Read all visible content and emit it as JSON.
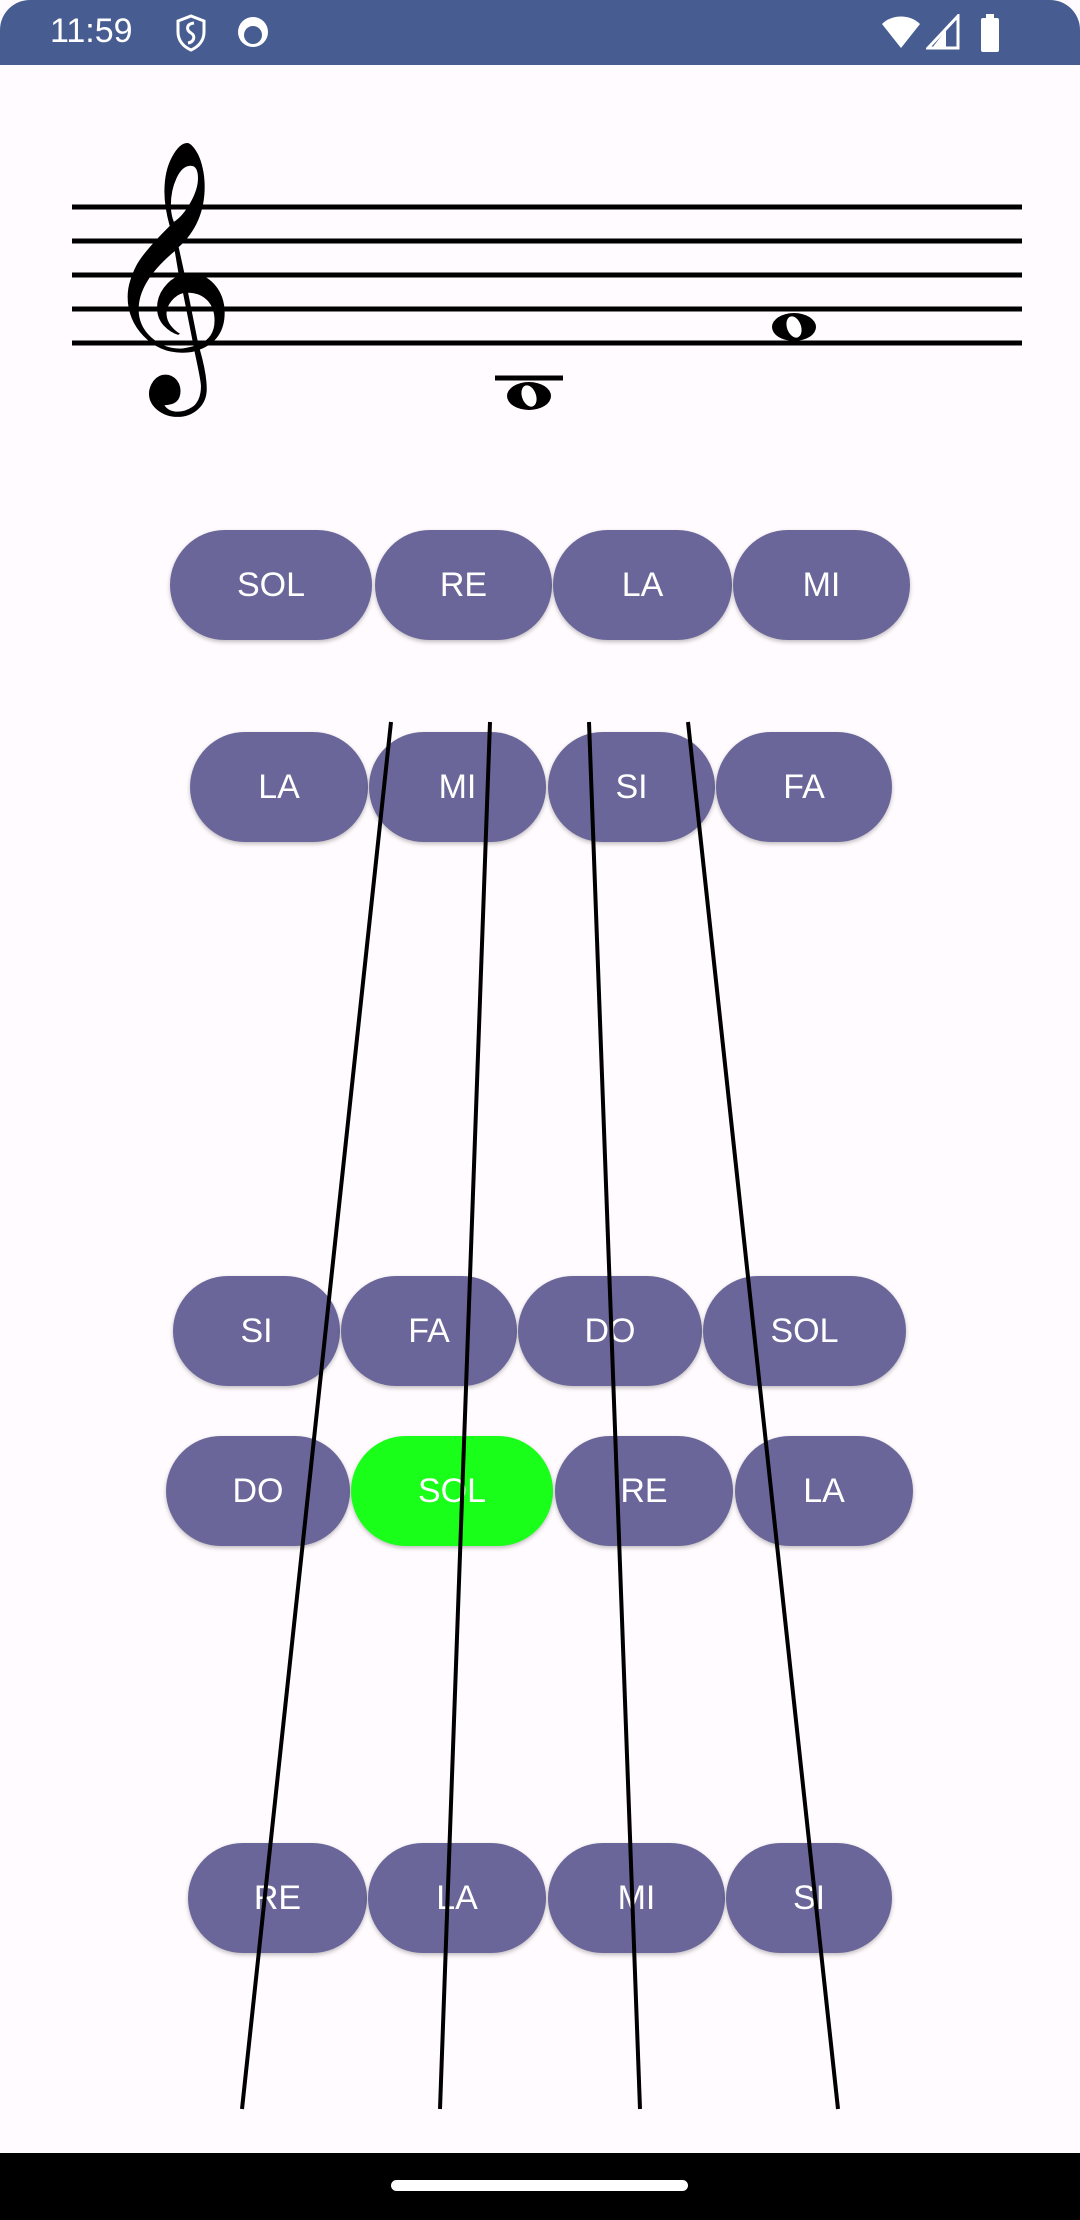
{
  "status_bar": {
    "time": "11:59",
    "icons": [
      "shield-icon",
      "cat-icon",
      "wifi-icon",
      "signal-icon",
      "battery-icon"
    ],
    "color": "#475d92"
  },
  "staff": {
    "clef": "treble-clef",
    "notes": [
      "whole-note-below-ledger",
      "whole-note-space"
    ]
  },
  "rows": [
    [
      "SOL",
      "RE",
      "LA",
      "MI"
    ],
    [
      "LA",
      "MI",
      "SI",
      "FA"
    ],
    [
      "SI",
      "FA",
      "DO",
      "SOL"
    ],
    [
      "DO",
      "SOL",
      "RE",
      "LA"
    ],
    [
      "RE",
      "LA",
      "MI",
      "SI"
    ]
  ],
  "highlighted": {
    "row": 3,
    "col": 1,
    "color": "#1aff1a"
  },
  "button_color": "#6a6699"
}
